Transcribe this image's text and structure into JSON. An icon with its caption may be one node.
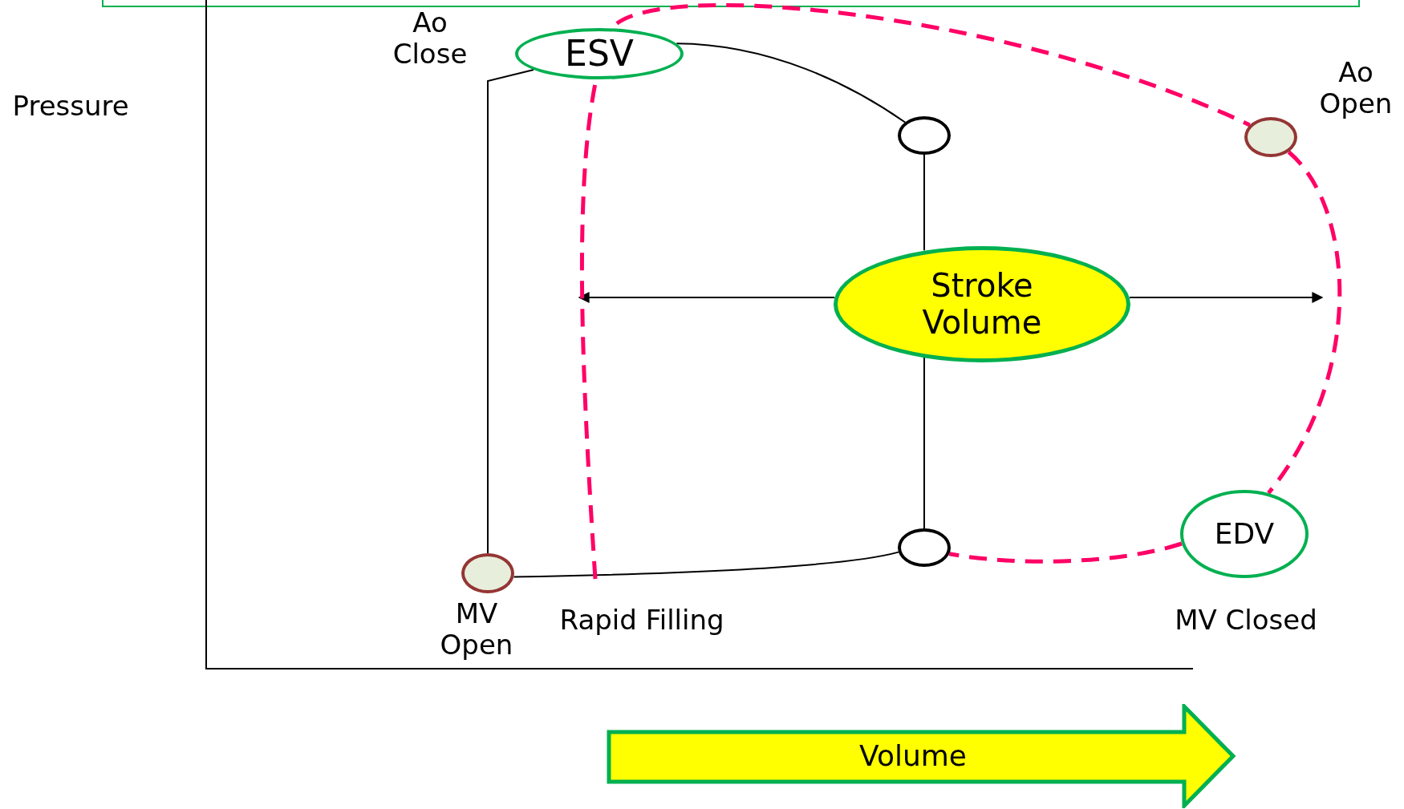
{
  "diagram": {
    "nodes": [
      {
        "text": [
          "ESV"
        ],
        "beside": [
          "Ao Close"
        ]
      },
      {
        "text": [],
        "shape": "circle"
      },
      {
        "text": [],
        "shape": "circle",
        "beside": [
          "Ao Open"
        ]
      },
      {
        "text": [
          "Stroke Volume"
        ]
      },
      {
        "text": [],
        "shape": "circle"
      },
      {
        "text": [
          "EDV"
        ],
        "beside": [
          "MV Closed"
        ]
      },
      {
        "text": [],
        "shape": "circle",
        "beside": [
          "MV Open"
        ]
      },
      {
        "text": [
          "Volume"
        ]
      }
    ],
    "edges": [
      {
        "from": 6,
        "to": 0,
        "arrow": "none"
      },
      {
        "from": 0,
        "to": 1,
        "arrow": "none"
      },
      {
        "from": 1,
        "to": 3,
        "arrow": "none"
      },
      {
        "from": 3,
        "to": 4,
        "arrow": "none"
      },
      {
        "from": 4,
        "to": 6,
        "arrow": "none"
      },
      {
        "from": 3,
        "to": null,
        "arrow": "to"
      },
      {
        "from": 3,
        "to": null,
        "arrow": "to"
      },
      {
        "from": null,
        "to": 2,
        "arrow": "none",
        "style": "dashed",
        "color": "#ff0066"
      },
      {
        "from": 2,
        "to": 5,
        "arrow": "none",
        "style": "dashed",
        "color": "#ff0066"
      },
      {
        "from": 5,
        "to": 4,
        "arrow": "none",
        "style": "dashed",
        "color": "#ff0066"
      }
    ],
    "labels": [
      "Pressure",
      "Rapid Filling"
    ]
  }
}
